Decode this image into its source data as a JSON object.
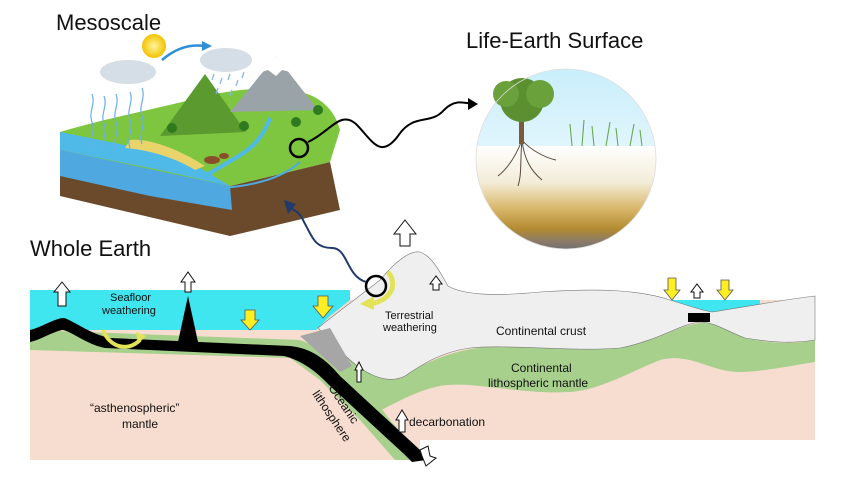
{
  "titles": {
    "mesoscale": "Mesoscale",
    "life_earth_surface": "Life-Earth Surface",
    "whole_earth": "Whole Earth"
  },
  "labels": {
    "seafloor_weathering_1": "Seafloor",
    "seafloor_weathering_2": "weathering",
    "terrestrial_weathering_1": "Terrestrial",
    "terrestrial_weathering_2": "weathering",
    "continental_crust": "Continental crust",
    "continental_litho_1": "Continental",
    "continental_litho_2": "lithospheric mantle",
    "asthenospheric_1": "“asthenospheric”",
    "asthenospheric_2": "mantle",
    "oceanic_1": "Oceanic",
    "oceanic_2": "lithosphere",
    "decarbonation": "decarbonation"
  },
  "colors": {
    "ocean": "#3fe6f0",
    "mantle": "#f7ddd0",
    "litho_mantle": "#a8d08d",
    "crust": "#efefef",
    "slab": "#000000",
    "arrow_yellow": "#ffee22",
    "weathering_arc": "#e3e35a",
    "connector_blue": "#1f3a6b"
  }
}
